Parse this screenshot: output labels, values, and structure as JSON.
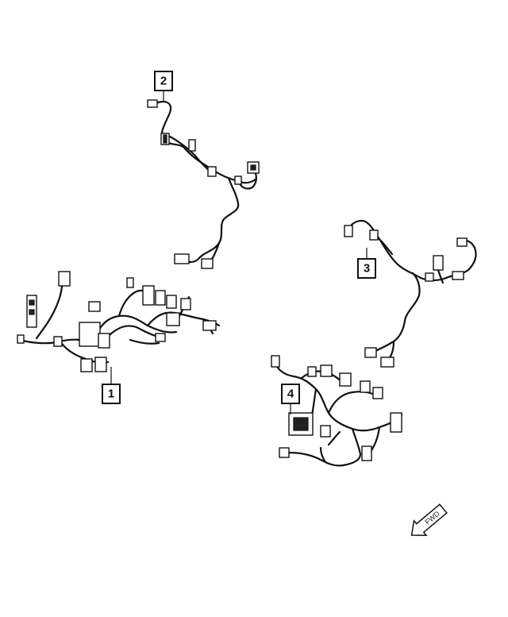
{
  "callouts": [
    {
      "id": "1",
      "label": "1"
    },
    {
      "id": "2",
      "label": "2"
    },
    {
      "id": "3",
      "label": "3"
    },
    {
      "id": "4",
      "label": "4"
    }
  ],
  "direction_arrow": {
    "label": "FWD"
  },
  "icons": {
    "direction": "forward-arrow-icon"
  }
}
